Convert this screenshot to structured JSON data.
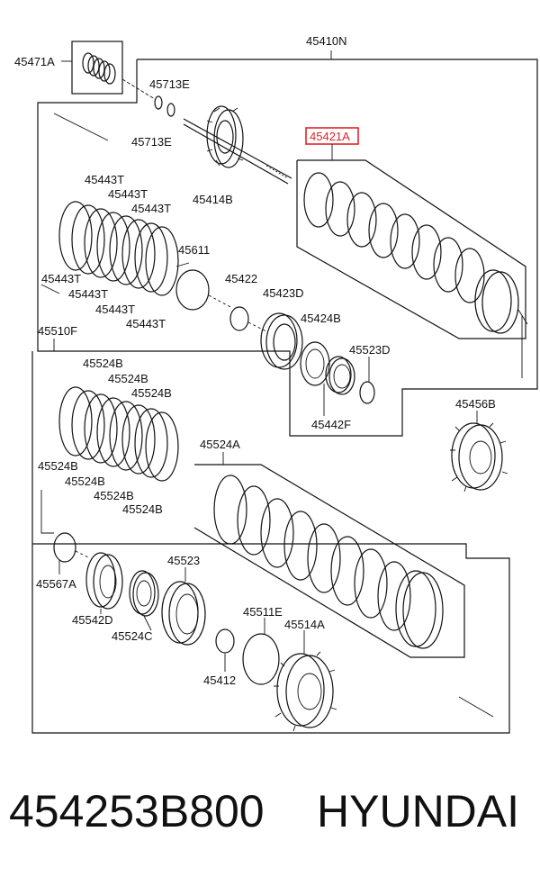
{
  "diagram": {
    "highlight_color": "#e0242b",
    "labels": {
      "l45410N": "45410N",
      "l45471A": "45471A",
      "l45713E_a": "45713E",
      "l45713E_b": "45713E",
      "l45421A": "45421A",
      "l45414B": "45414B",
      "l45443T_1": "45443T",
      "l45443T_2": "45443T",
      "l45443T_3": "45443T",
      "l45443T_4": "45443T",
      "l45443T_5": "45443T",
      "l45443T_6": "45443T",
      "l45443T_7": "45443T",
      "l45611": "45611",
      "l45422": "45422",
      "l45423D": "45423D",
      "l45424B": "45424B",
      "l45523D": "45523D",
      "l45442F": "45442F",
      "l45456B": "45456B",
      "l45510F": "45510F",
      "l45524B_1": "45524B",
      "l45524B_2": "45524B",
      "l45524B_3": "45524B",
      "l45524B_4": "45524B",
      "l45524B_5": "45524B",
      "l45524B_6": "45524B",
      "l45524B_7": "45524B",
      "l45524A": "45524A",
      "l45567A": "45567A",
      "l45542D": "45542D",
      "l45523": "45523",
      "l45524C": "45524C",
      "l45511E": "45511E",
      "l45514A": "45514A",
      "l45412": "45412"
    }
  },
  "footer": {
    "part_number": "454253B800",
    "brand": "HYUNDAI"
  }
}
